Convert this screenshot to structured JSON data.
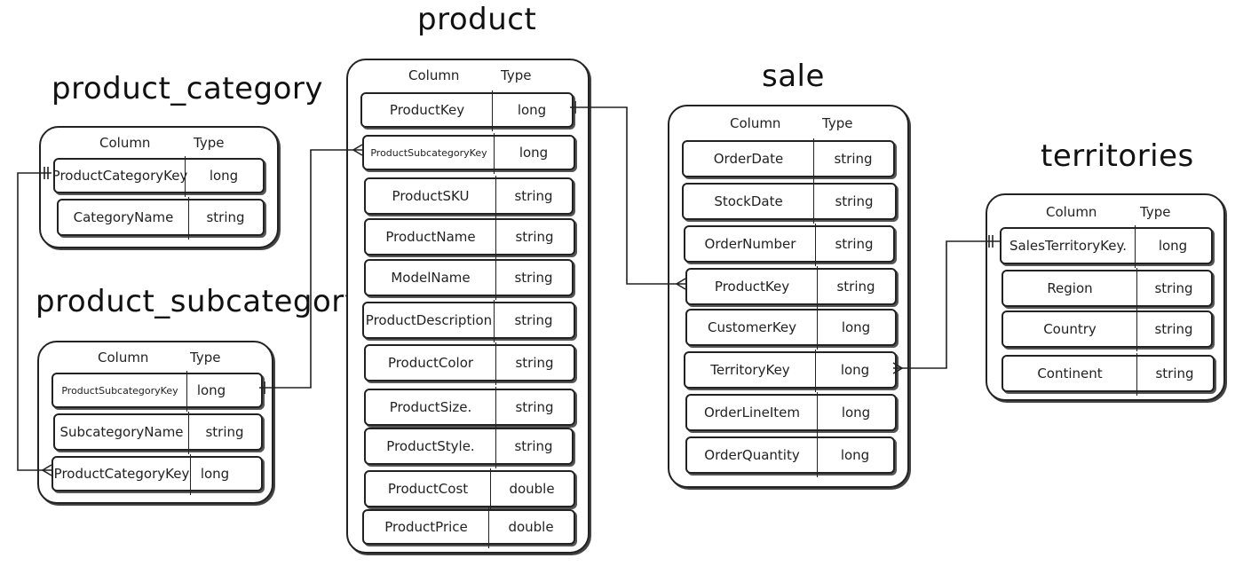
{
  "tables": {
    "product_category": {
      "title": "product_category",
      "col_header": "Column",
      "type_header": "Type",
      "rows": [
        {
          "column": "ProductCategoryKey",
          "type": "long"
        },
        {
          "column": "CategoryName",
          "type": "string"
        }
      ]
    },
    "product_subcategory": {
      "title": "product_subcategory",
      "col_header": "Column",
      "type_header": "Type",
      "rows": [
        {
          "column": "ProductSubcategoryKey",
          "type": "long"
        },
        {
          "column": "SubcategoryName",
          "type": "string"
        },
        {
          "column": "ProductCategoryKey",
          "type": "long"
        }
      ]
    },
    "product": {
      "title": "product",
      "col_header": "Column",
      "type_header": "Type",
      "rows": [
        {
          "column": "ProductKey",
          "type": "long"
        },
        {
          "column": "ProductSubcategoryKey",
          "type": "long"
        },
        {
          "column": "ProductSKU",
          "type": "string"
        },
        {
          "column": "ProductName",
          "type": "string"
        },
        {
          "column": "ModelName",
          "type": "string"
        },
        {
          "column": "ProductDescription",
          "type": "string"
        },
        {
          "column": "ProductColor",
          "type": "string"
        },
        {
          "column": "ProductSize.",
          "type": "string"
        },
        {
          "column": "ProductStyle.",
          "type": "string"
        },
        {
          "column": "ProductCost",
          "type": "double"
        },
        {
          "column": "ProductPrice",
          "type": "double"
        }
      ]
    },
    "sale": {
      "title": "sale",
      "col_header": "Column",
      "type_header": "Type",
      "rows": [
        {
          "column": "OrderDate",
          "type": "string"
        },
        {
          "column": "StockDate",
          "type": "string"
        },
        {
          "column": "OrderNumber",
          "type": "string"
        },
        {
          "column": "ProductKey",
          "type": "string"
        },
        {
          "column": "CustomerKey",
          "type": "long"
        },
        {
          "column": "TerritoryKey",
          "type": "long"
        },
        {
          "column": "OrderLineItem",
          "type": "long"
        },
        {
          "column": "OrderQuantity",
          "type": "long"
        }
      ]
    },
    "territories": {
      "title": "territories",
      "col_header": "Column",
      "type_header": "Type",
      "rows": [
        {
          "column": "SalesTerritoryKey.",
          "type": "long"
        },
        {
          "column": "Region",
          "type": "string"
        },
        {
          "column": "Country",
          "type": "string"
        },
        {
          "column": "Continent",
          "type": "string"
        }
      ]
    }
  },
  "relationships": [
    {
      "from": "product_category.ProductCategoryKey",
      "to": "product_subcategory.ProductCategoryKey",
      "cardinality": "one-to-many"
    },
    {
      "from": "product_subcategory.ProductSubcategoryKey",
      "to": "product.ProductSubcategoryKey",
      "cardinality": "one-to-many"
    },
    {
      "from": "product.ProductKey",
      "to": "sale.ProductKey",
      "cardinality": "one-to-many"
    },
    {
      "from": "territories.SalesTerritoryKey.",
      "to": "sale.TerritoryKey",
      "cardinality": "one-to-many"
    }
  ]
}
